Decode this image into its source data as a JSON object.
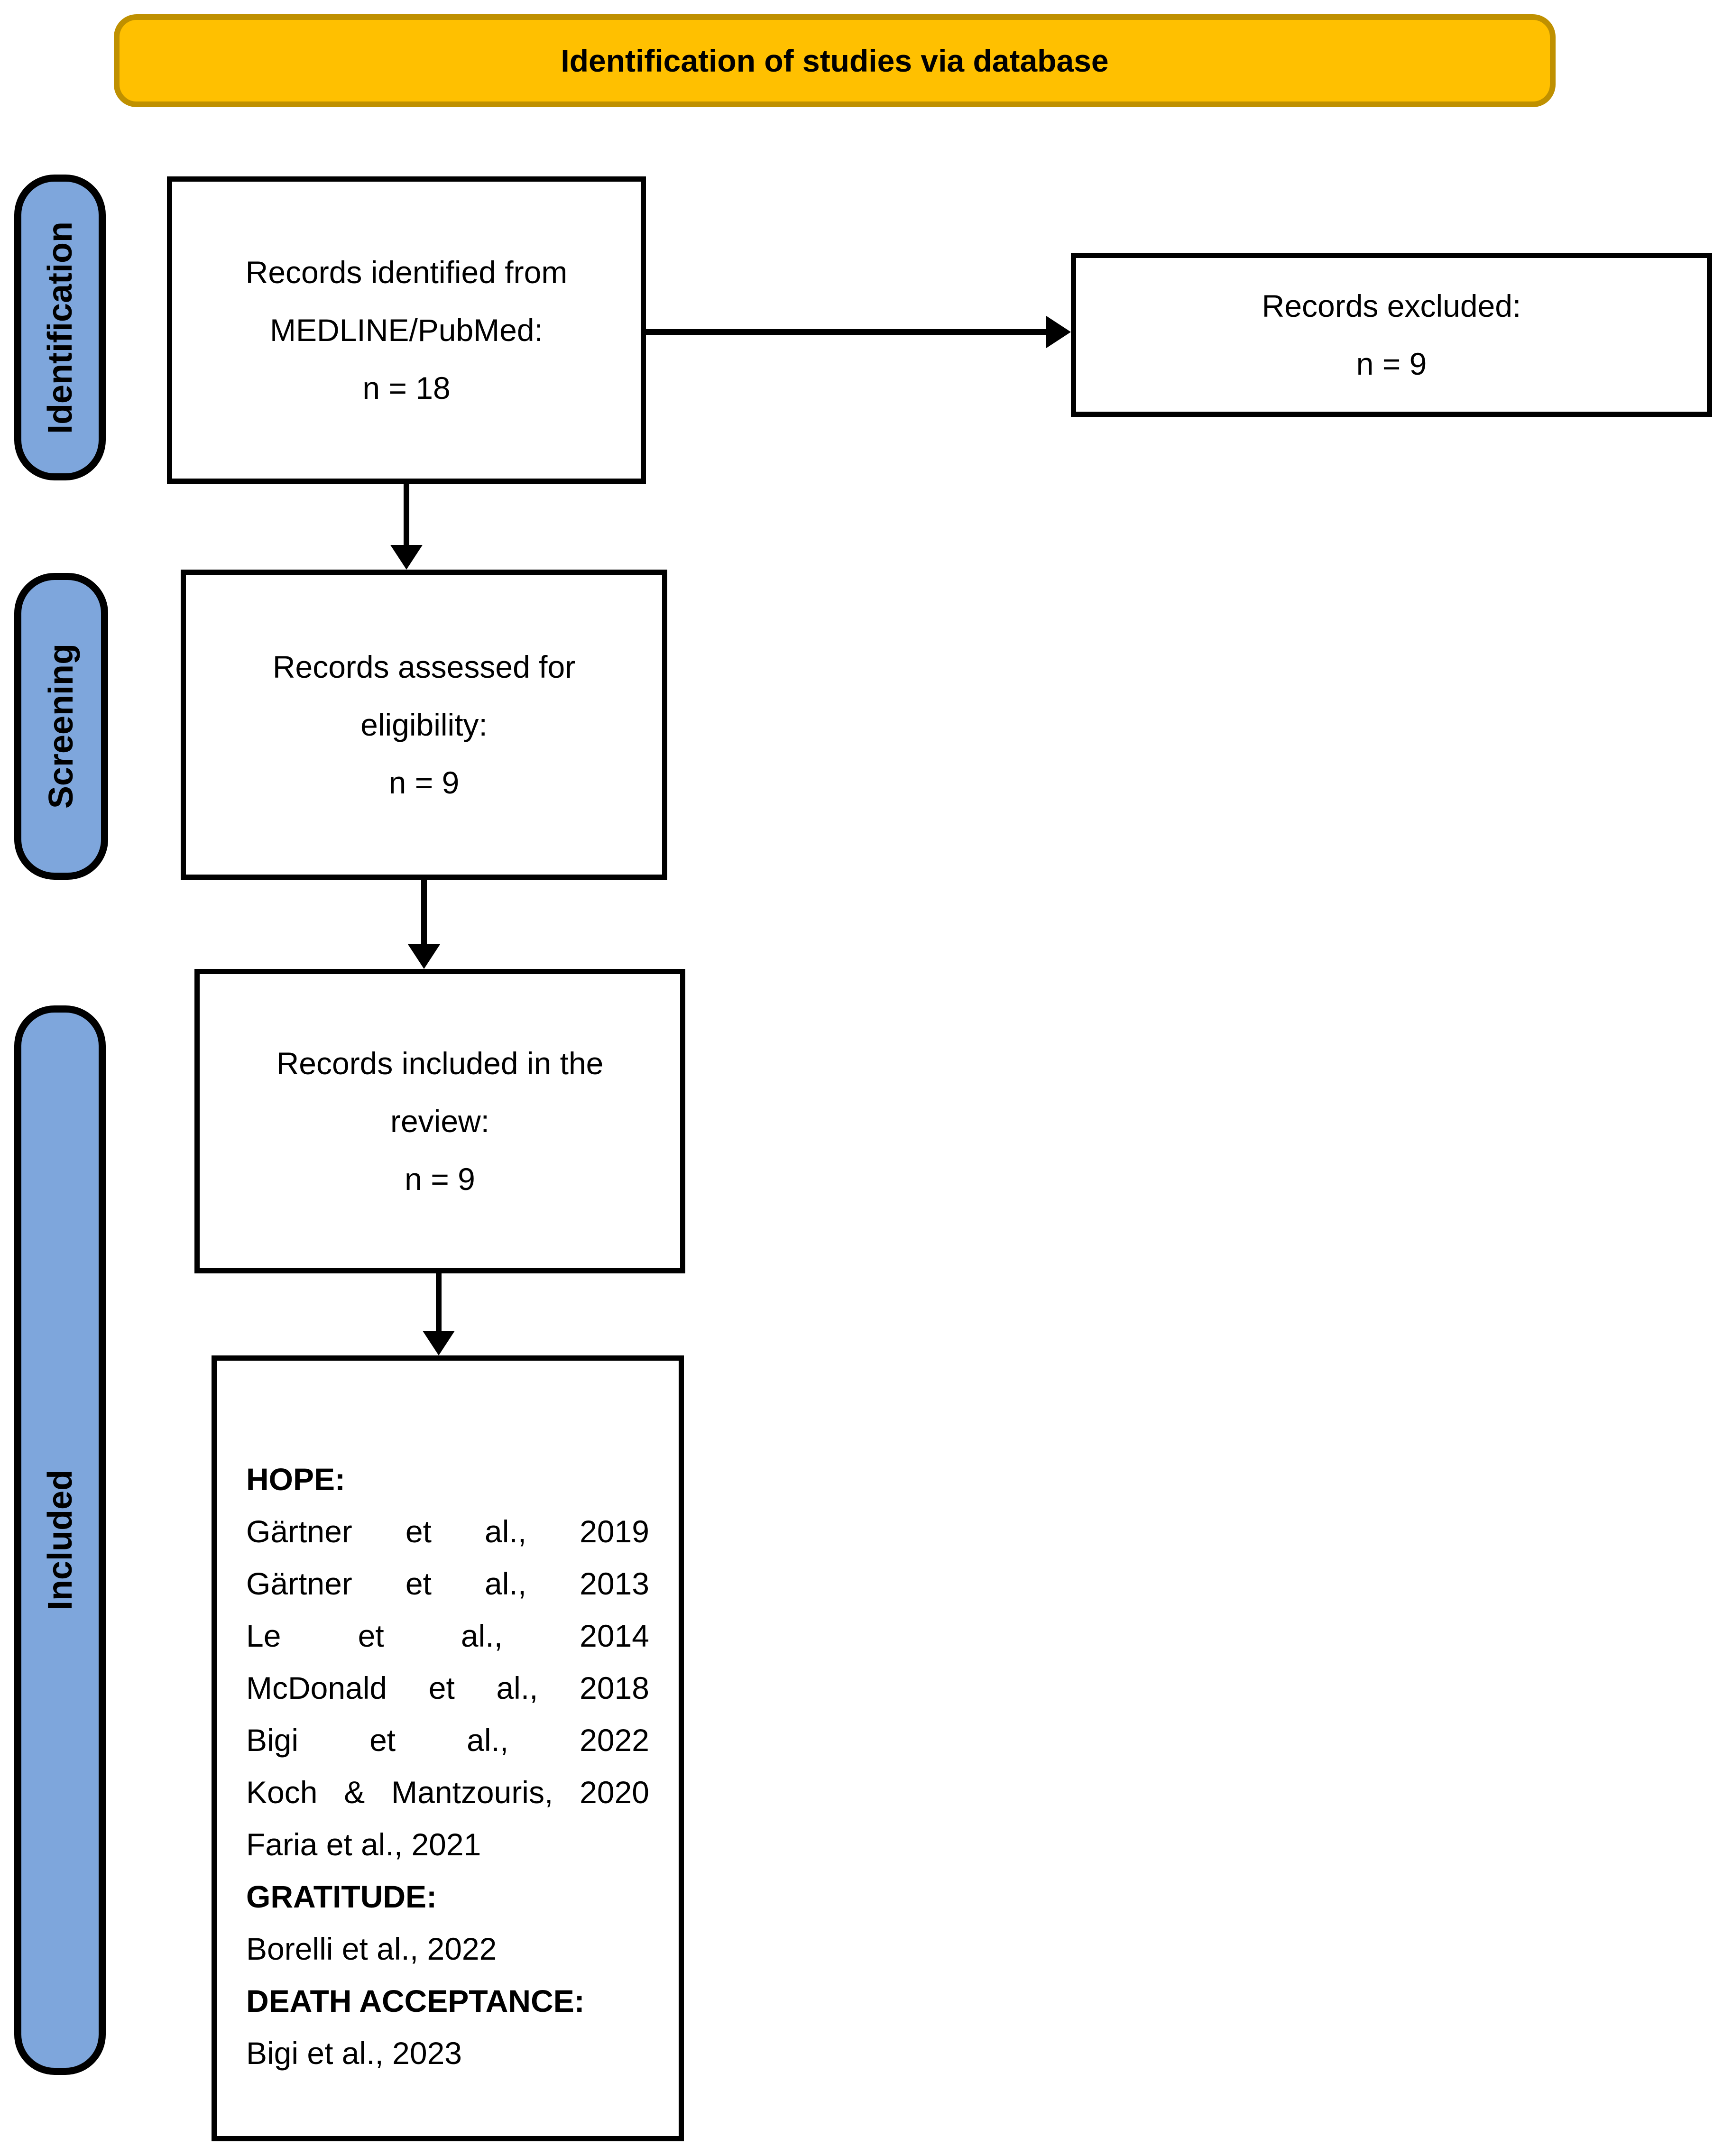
{
  "banner": {
    "title": "Identification of studies via database"
  },
  "stages": {
    "identification": "Identification",
    "screening": "Screening",
    "included": "Included"
  },
  "boxes": {
    "identified": {
      "lines": [
        "Records identified from",
        "MEDLINE/PubMed:",
        "n = 18"
      ]
    },
    "excluded": {
      "lines": [
        "Records excluded:",
        "n = 9"
      ]
    },
    "assessed": {
      "lines": [
        "Records assessed for",
        "eligibility:",
        "n = 9"
      ]
    },
    "included_review": {
      "lines": [
        "Records included in the",
        "review:",
        "n = 9"
      ]
    },
    "study_list": {
      "lines": [
        "HOPE:",
        "Gärtner et al., 2019",
        "Gärtner et al., 2013",
        "Le et al., 2014",
        "McDonald et al., 2018",
        "Bigi et al., 2022",
        "Koch & Mantzouris, 2020",
        "Faria et al., 2021",
        "GRATITUDE:",
        "Borelli et al., 2022",
        "DEATH ACCEPTANCE:",
        "Bigi et al., 2023"
      ]
    }
  },
  "colors": {
    "banner_fill": "#FFC000",
    "banner_border": "#BF9000",
    "stage_fill": "#7EA6DC",
    "outline": "#000000",
    "box_fill": "#FFFFFF",
    "text": "#000000"
  }
}
